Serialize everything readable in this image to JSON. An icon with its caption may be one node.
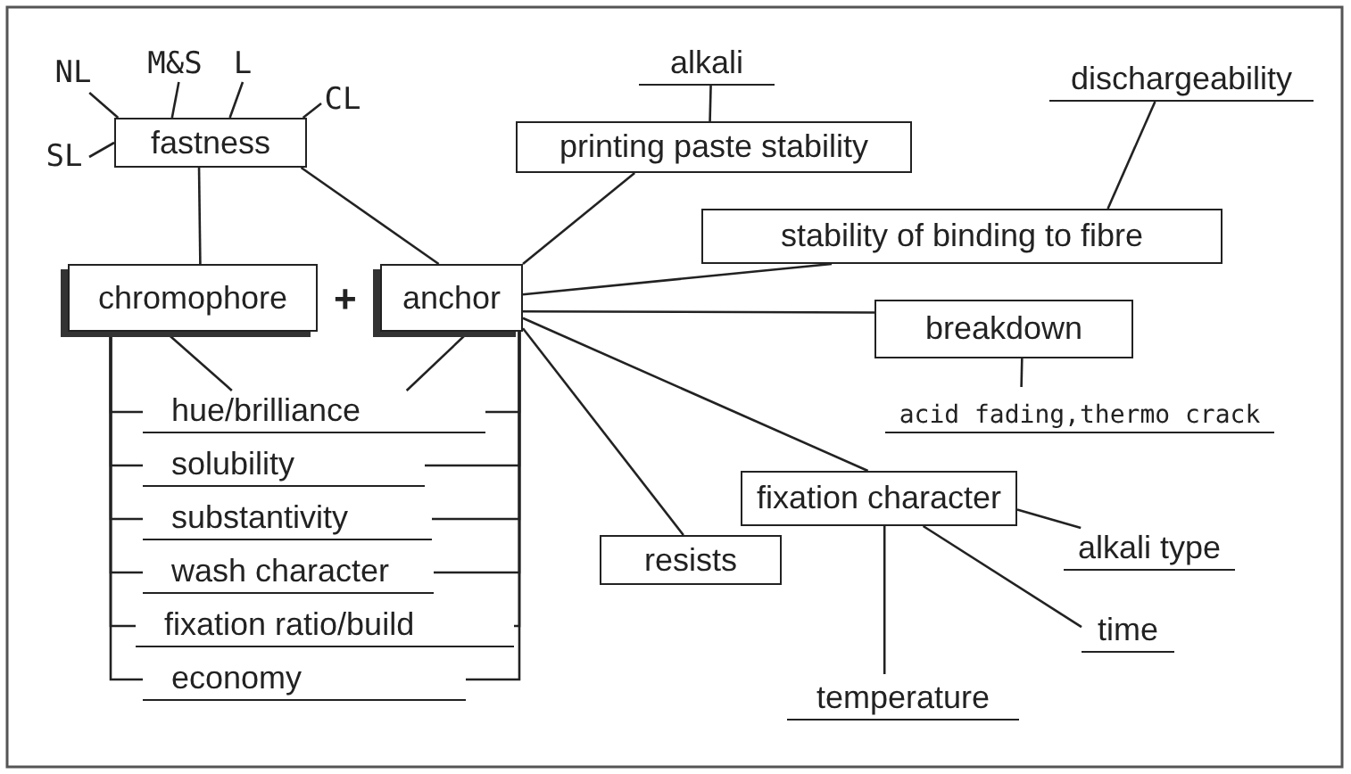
{
  "diagram": {
    "nodes": [
      {
        "text": [
          "fastness"
        ]
      },
      {
        "text": [
          "NL"
        ]
      },
      {
        "text": [
          "M&S"
        ]
      },
      {
        "text": [
          "L"
        ]
      },
      {
        "text": [
          "CL"
        ]
      },
      {
        "text": [
          "SL"
        ]
      },
      {
        "text": [
          "alkali"
        ]
      },
      {
        "text": [
          "printing paste stability"
        ]
      },
      {
        "text": [
          "dischargeability"
        ]
      },
      {
        "text": [
          "stability of binding to fibre"
        ]
      },
      {
        "text": [
          "chromophore"
        ]
      },
      {
        "text": [
          "anchor"
        ]
      },
      {
        "text": [
          "breakdown"
        ]
      },
      {
        "text": [
          "acid fading,thermo crack"
        ]
      },
      {
        "text": [
          "hue/brilliance"
        ]
      },
      {
        "text": [
          "solubility"
        ]
      },
      {
        "text": [
          "substantivity"
        ]
      },
      {
        "text": [
          "wash character"
        ]
      },
      {
        "text": [
          "fixation ratio/build"
        ]
      },
      {
        "text": [
          "economy"
        ]
      },
      {
        "text": [
          "fixation character"
        ]
      },
      {
        "text": [
          "resists"
        ]
      },
      {
        "text": [
          "alkali type"
        ]
      },
      {
        "text": [
          "time"
        ]
      },
      {
        "text": [
          "temperature"
        ]
      }
    ],
    "edges": [
      {
        "from": 0,
        "to": 1,
        "arrow": "none"
      },
      {
        "from": 0,
        "to": 2,
        "arrow": "none"
      },
      {
        "from": 0,
        "to": 3,
        "arrow": "none"
      },
      {
        "from": 0,
        "to": 4,
        "arrow": "none"
      },
      {
        "from": 0,
        "to": 5,
        "arrow": "none"
      },
      {
        "from": 6,
        "to": 7,
        "arrow": "none"
      },
      {
        "from": 8,
        "to": 9,
        "arrow": "none"
      },
      {
        "from": 0,
        "to": 10,
        "arrow": "none"
      },
      {
        "from": 0,
        "to": 11,
        "arrow": "none"
      },
      {
        "from": 7,
        "to": 11,
        "arrow": "none"
      },
      {
        "from": 11,
        "to": 9,
        "arrow": "none"
      },
      {
        "from": 11,
        "to": 12,
        "arrow": "none"
      },
      {
        "from": 12,
        "to": 13,
        "arrow": "none"
      },
      {
        "from": 11,
        "to": 20,
        "arrow": "none"
      },
      {
        "from": 11,
        "to": 21,
        "arrow": "none"
      },
      {
        "from": 10,
        "to": 14,
        "arrow": "none"
      },
      {
        "from": 11,
        "to": 14,
        "arrow": "none"
      },
      {
        "from": 10,
        "to": 14,
        "arrow": "none"
      },
      {
        "from": 10,
        "to": 15,
        "arrow": "none"
      },
      {
        "from": 10,
        "to": 16,
        "arrow": "none"
      },
      {
        "from": 10,
        "to": 17,
        "arrow": "none"
      },
      {
        "from": 10,
        "to": 18,
        "arrow": "none"
      },
      {
        "from": 10,
        "to": 19,
        "arrow": "none"
      },
      {
        "from": 11,
        "to": 14,
        "arrow": "none"
      },
      {
        "from": 11,
        "to": 15,
        "arrow": "none"
      },
      {
        "from": 11,
        "to": 16,
        "arrow": "none"
      },
      {
        "from": 11,
        "to": 17,
        "arrow": "none"
      },
      {
        "from": 11,
        "to": 18,
        "arrow": "none"
      },
      {
        "from": 11,
        "to": 19,
        "arrow": "none"
      },
      {
        "from": 20,
        "to": 22,
        "arrow": "none"
      },
      {
        "from": 20,
        "to": 23,
        "arrow": "none"
      },
      {
        "from": 20,
        "to": 24,
        "arrow": "none"
      }
    ],
    "labels": [
      "+"
    ]
  }
}
